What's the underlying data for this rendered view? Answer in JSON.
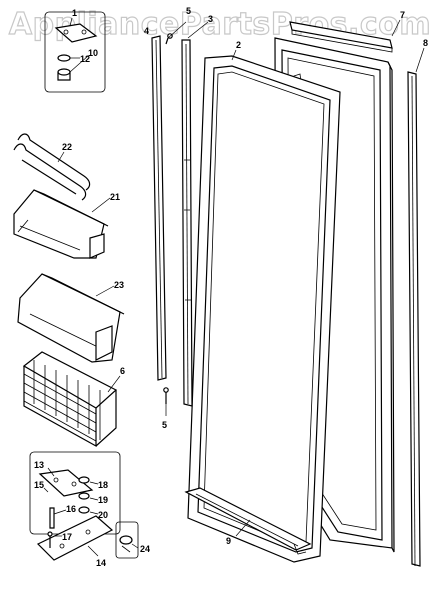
{
  "watermark": "AppliancePartsPros.com",
  "callouts": {
    "c1": "1",
    "c2": "2",
    "c3": "3",
    "c4": "4",
    "c5a": "5",
    "c5b": "5",
    "c6": "6",
    "c7": "7",
    "c8": "8",
    "c9": "9",
    "c10": "10",
    "c12": "12",
    "c13": "13",
    "c14": "14",
    "c15": "15",
    "c16": "16",
    "c17": "17",
    "c18": "18",
    "c19": "19",
    "c20": "20",
    "c21": "21",
    "c22": "22",
    "c23": "23",
    "c24": "24"
  }
}
